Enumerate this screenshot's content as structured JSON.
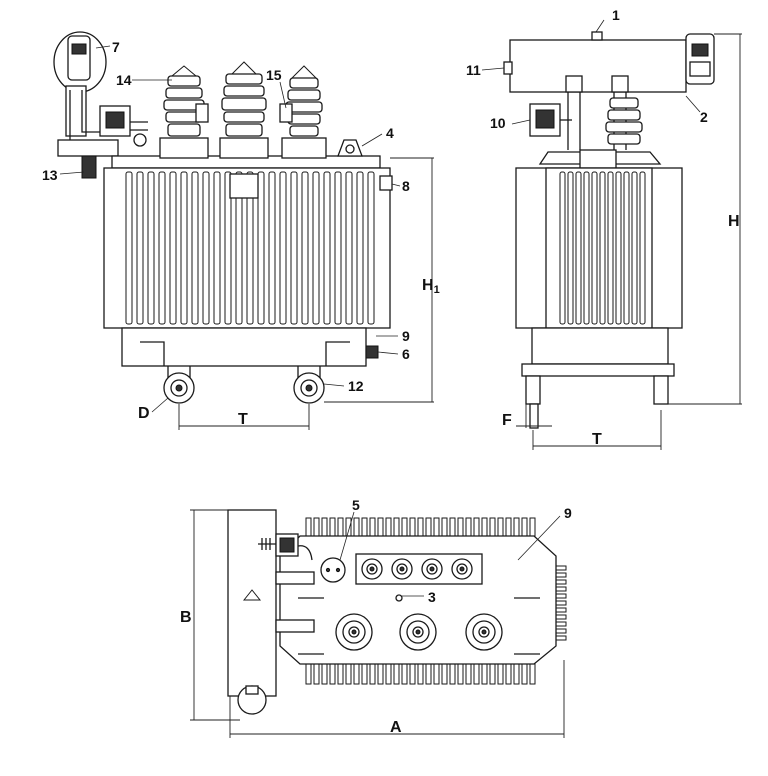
{
  "front_view": {
    "callouts": {
      "n7": "7",
      "n14": "14",
      "n15": "15",
      "n4": "4",
      "n13": "13",
      "n8": "8",
      "n9": "9",
      "n6": "6",
      "n12": "12",
      "nD": "D"
    },
    "dims": {
      "h1_main": "H",
      "h1_sub": "1",
      "t": "T"
    }
  },
  "side_view": {
    "callouts": {
      "n1": "1",
      "n11": "11",
      "n2": "2",
      "n10": "10"
    },
    "dims": {
      "h": "H",
      "f": "F",
      "t": "T"
    }
  },
  "top_view": {
    "callouts": {
      "n5": "5",
      "n9": "9",
      "n3": "3"
    },
    "dims": {
      "b": "B",
      "a": "A"
    }
  }
}
